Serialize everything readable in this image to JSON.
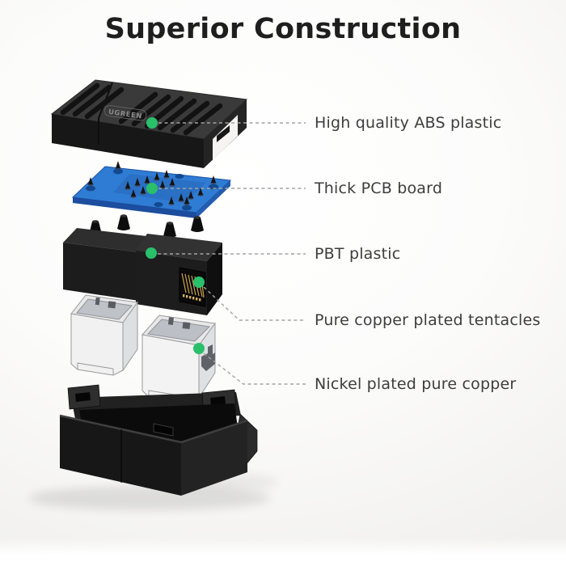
{
  "page": {
    "title": "Superior Construction"
  },
  "product": {
    "brand_logo": "UGREEN"
  },
  "callouts": [
    {
      "label": "High quality ABS plastic"
    },
    {
      "label": "Thick PCB board"
    },
    {
      "label": "PBT plastic"
    },
    {
      "label": "Pure copper plated tentacles"
    },
    {
      "label": "Nickel plated pure copper"
    }
  ],
  "colors": {
    "accent_green": "#2abf6a",
    "callout_line": "#a3a3a3",
    "pcb_blue": "#2f7cd4",
    "pcb_edge": "#1c4d9e",
    "copper_gold": "#c9a14e",
    "plastic_black": "#1a1a1a",
    "metal_silver": "#f2f2f2"
  }
}
